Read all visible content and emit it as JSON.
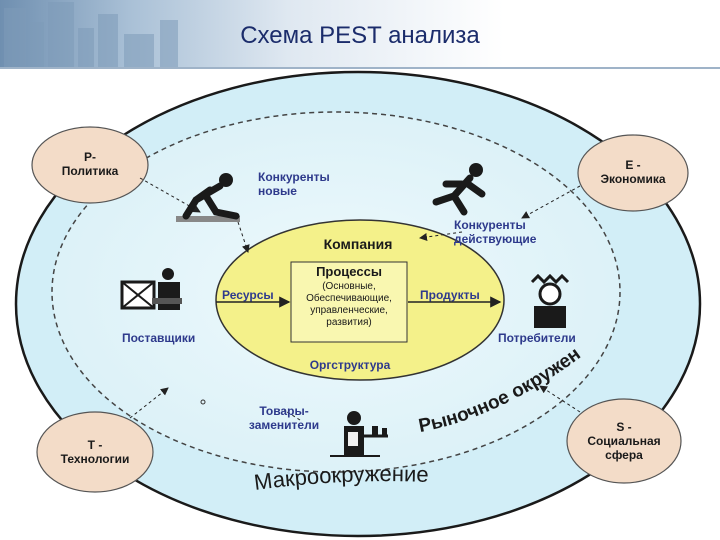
{
  "title": "Схема PEST анализа",
  "factors": {
    "p": {
      "line1": "P-",
      "line2": "Политика"
    },
    "e": {
      "line1": "E -",
      "line2": "Экономика"
    },
    "t": {
      "line1": "T -",
      "line2": "Технологии"
    },
    "s": {
      "line1": "S -",
      "line2": "Социальная",
      "line3": "сфера"
    }
  },
  "center": {
    "company": "Компания",
    "processes_title": "Процессы",
    "processes_lines": [
      "(Основные,",
      "Обеспечивающие,",
      "управленческие,",
      "развития)"
    ],
    "resources": "Ресурсы",
    "products": "Продукты",
    "org_structure": "Оргструктура"
  },
  "market": {
    "new_competitors": {
      "line1": "Конкуренты",
      "line2": "новые"
    },
    "existing_competitors": {
      "line1": "Конкуренты",
      "line2": "действующие"
    },
    "suppliers": "Поставщики",
    "consumers": "Потребители",
    "substitutes": {
      "line1": "Товары-",
      "line2": "заменители"
    },
    "market_environment": "Рыночное окружение"
  },
  "macro_environment": "Макроокружение",
  "colors": {
    "outer_ellipse": "#d2eef7",
    "inner_ellipse_gradient": [
      "#e8f7fb",
      "#dff3f9"
    ],
    "center_ellipse": "#f4f18a",
    "factor_bubble": "#f3dcc8",
    "label_blue": "#2e3a8c",
    "title": "#1b2c6b"
  },
  "icons": [
    "runner-start-icon",
    "runner-icon",
    "supplier-desk-icon",
    "consumer-person-icon",
    "waiter-tray-icon"
  ]
}
